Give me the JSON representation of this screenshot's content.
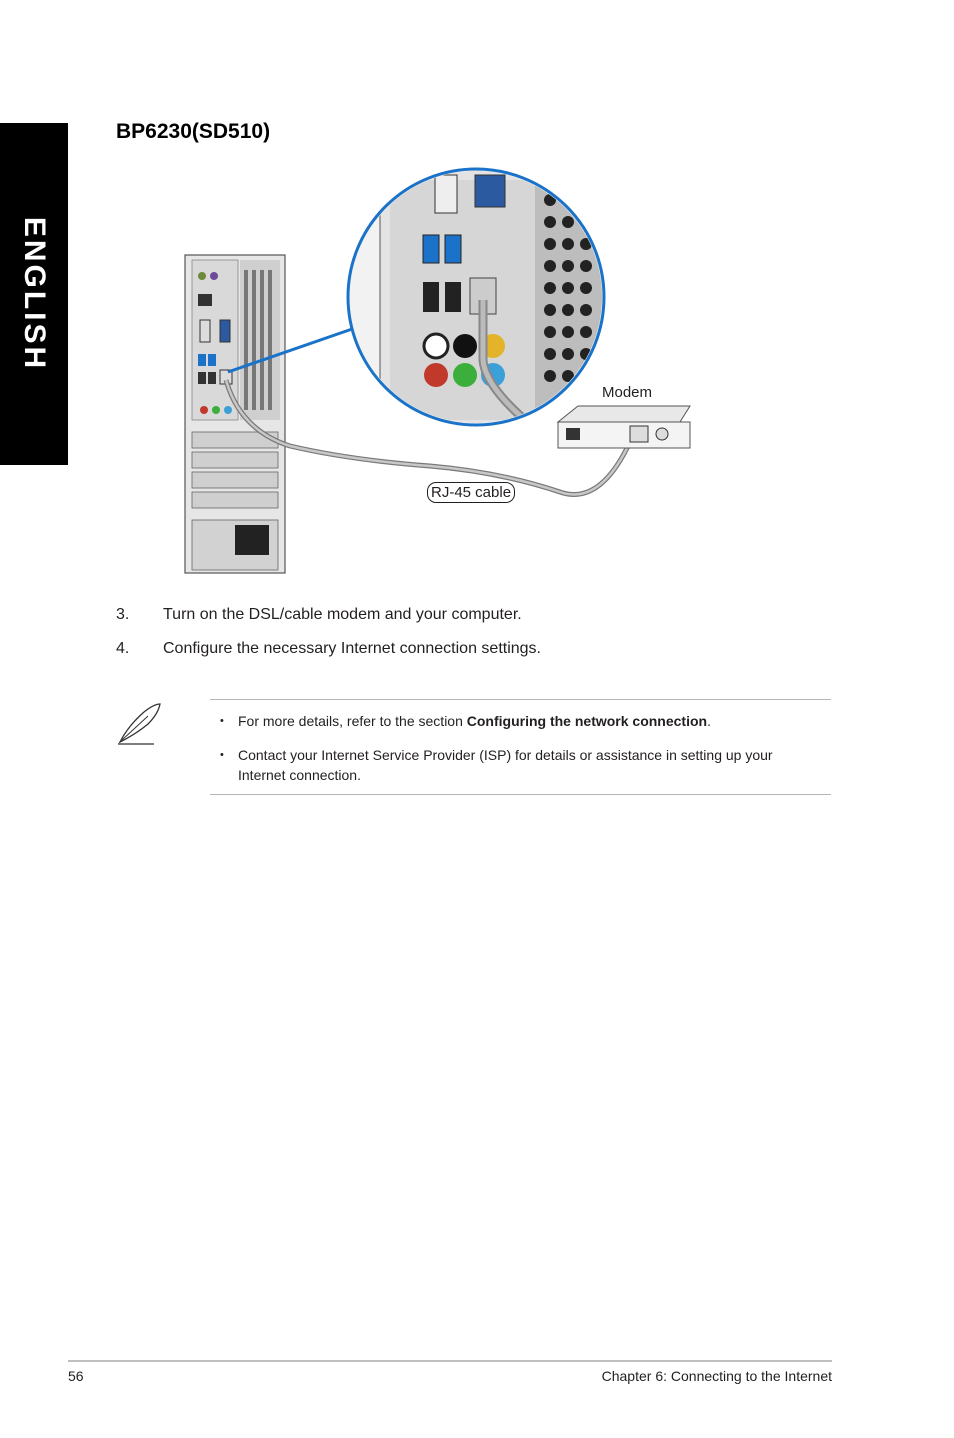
{
  "side_tab": {
    "label": "ENGLISH"
  },
  "heading": "BP6230(SD510)",
  "figure": {
    "modem_label": "Modem",
    "cable_label": "RJ-45 cable"
  },
  "steps": [
    {
      "num": "3.",
      "text": "Turn on the DSL/cable modem and your computer."
    },
    {
      "num": "4.",
      "text": "Configure the necessary Internet connection settings."
    }
  ],
  "note": {
    "icon": "pen-icon",
    "items": [
      {
        "prefix": "For more details, refer to the section ",
        "bold": "Configuring the network connection",
        "suffix": "."
      },
      {
        "text": "Contact your Internet Service Provider (ISP) for details or assistance in setting up your Internet connection."
      }
    ],
    "bullet": "•"
  },
  "footer": {
    "page_number": "56",
    "chapter": "Chapter 6: Connecting to the Internet"
  },
  "colors": {
    "tab": "#000000",
    "accent_blue": "#1a73c8",
    "rule": "#bfbfbf"
  }
}
